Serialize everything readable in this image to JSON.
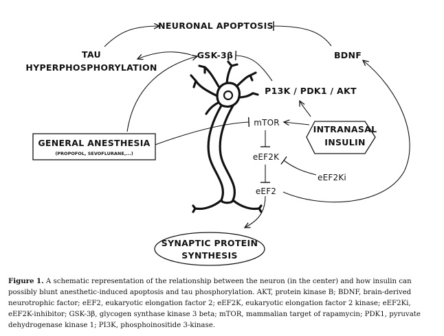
{
  "nodes": {
    "neuronal_apoptosis": "NEURONAL APOPTOSIS",
    "tau_line1": "TAU",
    "tau_line2": "HYPERPHOSPHORYLATION",
    "gsk": "GSK-3β",
    "bdnf": "BDNF",
    "pi3k": "P13K / PDK1 / AKT",
    "mtor": "mTOR",
    "intranasal_line1": "INTRANASAL",
    "intranasal_line2": "INSULIN",
    "general_line1": "GENERAL ANESTHESIA",
    "general_line2": "(PROPOFOL, SEVOFLURANE,...)",
    "eef2k": "eEF2K",
    "eef2ki": "eEF2Ki",
    "eef2": "eEF2",
    "synaptic_line1": "SYNAPTIC PROTEIN",
    "synaptic_line2": "SYNTHESIS"
  },
  "caption": {
    "label": "Figure 1.",
    "text": " A schematic representation of the relationship between the neuron (in the center) and how insulin can possibly blunt anesthetic-induced apoptosis and tau phosphorylation. AKT, protein kinase B; BDNF, brain-derived neurotrophic factor; eEF2, eukaryotic elongation factor 2; eEF2K, eukaryotic elongation factor 2 kinase; eEF2Ki, eEF2K-inhibitor; GSK-3β, glycogen synthase kinase 3 beta; mTOR, mammalian target of rapamycin; PDK1, pyruvate dehydrogenase kinase 1; PI3K, phosphoinositide 3-kinase."
  }
}
